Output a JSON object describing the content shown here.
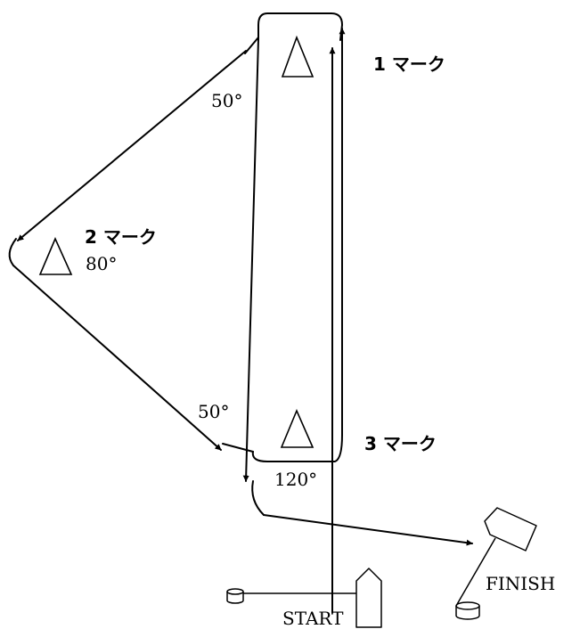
{
  "labels": {
    "mark1": "1 マーク",
    "mark2": "2 マーク",
    "mark3": "3 マーク",
    "angle_mark1": "50°",
    "angle_mark2": "80°",
    "angle_mark3_top": "50°",
    "angle_mark3_bottom": "120°",
    "start": "START",
    "finish": "FINISH"
  },
  "colors": {
    "line": "#000000",
    "background": "#ffffff"
  }
}
